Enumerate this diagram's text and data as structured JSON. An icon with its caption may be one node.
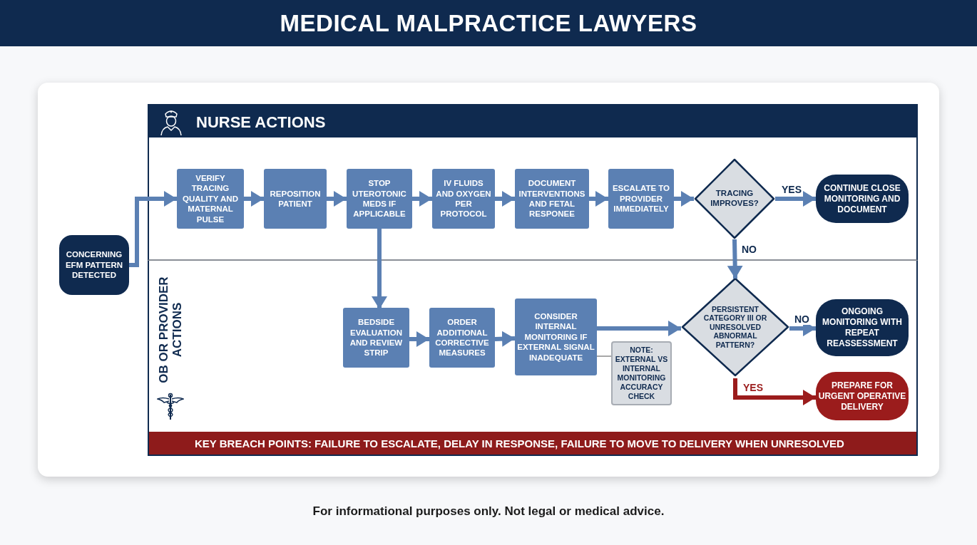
{
  "diagram": {
    "title": "MEDICAL MALPRACTICE LAWYERS",
    "nodes": [
      {
        "text": [
          "NURSE ACTIONS"
        ]
      },
      {
        "text": [
          "OB OR PROVIDER ACTIONS"
        ]
      },
      {
        "text": [
          "CONCERNING EFM PATTERN DETECTED"
        ]
      },
      {
        "text": [
          "VERIFY TRACING QUALITY AND MATERNAL PULSE"
        ],
        "in": 0
      },
      {
        "text": [
          "REPOSITION PATIENT"
        ],
        "in": 0
      },
      {
        "text": [
          "STOP UTEROTONIC MEDS IF APPLICABLE"
        ],
        "in": 0
      },
      {
        "text": [
          "IV FLUIDS AND OXYGEN PER PROTOCOL"
        ],
        "in": 0
      },
      {
        "text": [
          "DOCUMENT INTERVENTIONS AND FETAL RESPONEE"
        ],
        "in": 0
      },
      {
        "text": [
          "ESCALATE TO PROVIDER IMMEDIATELY"
        ],
        "in": 0
      },
      {
        "text": [
          "TRACING IMPROVES?"
        ],
        "in": 0
      },
      {
        "text": [
          "CONTINUE CLOSE MONITORING AND DOCUMENT"
        ],
        "in": 0
      },
      {
        "text": [
          "BEDSIDE EVALUATION AND REVIEW STRIP"
        ],
        "in": 1
      },
      {
        "text": [
          "ORDER ADDITIONAL CORRECTIVE MEASURES"
        ],
        "in": 1
      },
      {
        "text": [
          "CONSIDER INTERNAL MONITORING IF EXTERNAL SIGNAL INADEQUATE"
        ],
        "in": 1
      },
      {
        "text": [
          "NOTE: EXTERNAL VS INTERNAL MONITORING ACCURACY CHECK"
        ],
        "in": 1
      },
      {
        "text": [
          "PERSISTENT CATEGORY III OR UNRESOLVED ABNORMAL PATTERN?"
        ],
        "in": 1
      },
      {
        "text": [
          "ONGOING MONITORING WITH REPEAT REASSESSMENT"
        ],
        "in": 1
      },
      {
        "text": [
          "PREPARE FOR URGENT OPERATIVE DELIVERY"
        ],
        "in": 1
      }
    ],
    "edges": [
      {
        "from": 2,
        "to": 3,
        "arrow": "to"
      },
      {
        "from": 3,
        "to": 4,
        "arrow": "to"
      },
      {
        "from": 4,
        "to": 5,
        "arrow": "to"
      },
      {
        "from": 5,
        "to": 6,
        "arrow": "to"
      },
      {
        "from": 6,
        "to": 7,
        "arrow": "to"
      },
      {
        "from": 7,
        "to": 8,
        "arrow": "to"
      },
      {
        "from": 8,
        "to": 9,
        "arrow": "to"
      },
      {
        "from": 9,
        "to": 10,
        "arrow": "to",
        "label": "YES"
      },
      {
        "from": 9,
        "to": 15,
        "arrow": "to",
        "label": "NO"
      },
      {
        "from": 5,
        "to": 11,
        "arrow": "to"
      },
      {
        "from": 11,
        "to": 12,
        "arrow": "to"
      },
      {
        "from": 12,
        "to": 13,
        "arrow": "to"
      },
      {
        "from": 13,
        "to": 15,
        "arrow": "to"
      },
      {
        "from": 13,
        "to": 14,
        "arrow": "none",
        "color": "#8a8a8a"
      },
      {
        "from": 15,
        "to": 16,
        "arrow": "to",
        "label": "NO"
      },
      {
        "from": 15,
        "to": 17,
        "arrow": "to",
        "label": "YES",
        "color": "#9b1c1c"
      }
    ],
    "labels": [
      "KEY BREACH POINTS: FAILURE TO ESCALATE, DELAY IN RESPONSE, FAILURE TO MOVE TO DELIVERY WHEN UNRESOLVED",
      "For informational purposes only. Not legal or medical advice."
    ]
  }
}
